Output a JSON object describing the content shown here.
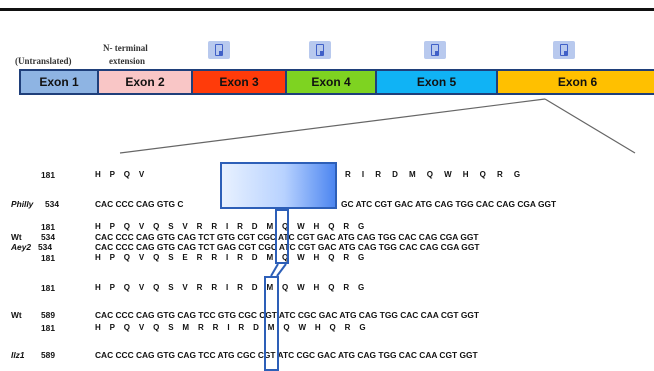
{
  "labels": {
    "untranslated": "(Untranslated)",
    "n_terminal": "N- terminal",
    "extension": "extension"
  },
  "exons": [
    {
      "label": "Exon 1",
      "color": "#8eb4e3"
    },
    {
      "label": "Exon 2",
      "color": "#f9c6c6"
    },
    {
      "label": "Exon 3",
      "color": "#ff3b0a"
    },
    {
      "label": "Exon 4",
      "color": "#7ed321"
    },
    {
      "label": "Exon 5",
      "color": "#10b3f5"
    },
    {
      "label": "Exon 6",
      "color": "#ffc000"
    }
  ],
  "icons": [
    "gene-icon",
    "gene-icon",
    "gene-icon",
    "gene-icon"
  ],
  "sequence": {
    "r1_num": "181",
    "r1_aa": "H    P    Q    V",
    "r1_aa_right": "R     I     R     D     M     Q     W     H     Q     R     G",
    "r2_label": "Philly",
    "r2_num": "534",
    "r2_seq_left": "CAC CCC CAG GTG C",
    "r2_seq_right": "GC ATC CGT GAC ATG CAG TGG CAC CAG CGA GGT",
    "r3_num": "181",
    "r3_aa": "H    P    Q    V    Q    S    V    R    R    I    R    D    M    Q    W    H    Q    R    G",
    "r4_label": "Wt",
    "r4_num": "534",
    "r4_seq": "CAC CCC CAG GTG CAG TCT GTG CGT CGC ATC CGT GAC ATG CAG TGG CAC CAG CGA GGT",
    "r5_label": "Aey2",
    "r5_num": "534",
    "r5_seq": "CAC CCC CAG GTG CAG TCT GAG CGT CGC ATC CGT GAC ATG CAG TGG CAC CAG CGA GGT",
    "r6_num": "181",
    "r6_aa": "H    P    Q    V    Q    S    E    R    R    I    R    D    M    Q    W    H    Q    R    G",
    "r7_num": "181",
    "r7_aa": "H    P    Q    V    Q    S    V    R    R    I    R    D    M    Q    W    H    Q    R    G",
    "r8_label": "Wt",
    "r8_num": "589",
    "r8_seq": "CAC CCC CAG GTG CAG TCC GTG CGC CGT ATC CGC GAC ATG CAG TGG CAC CAA CGT GGT",
    "r9_num": "181",
    "r9_aa": "H    P    Q    V    Q    S    M    R    R    I    R    D    M    Q    W    H    Q    R    G",
    "r10_label": "Ilz1",
    "r10_num": "589",
    "r10_seq": "CAC CCC CAG GTG CAG TCC ATG CGC CGT ATC CGC GAC ATG CAG TGG CAC CAA CGT GGT"
  }
}
